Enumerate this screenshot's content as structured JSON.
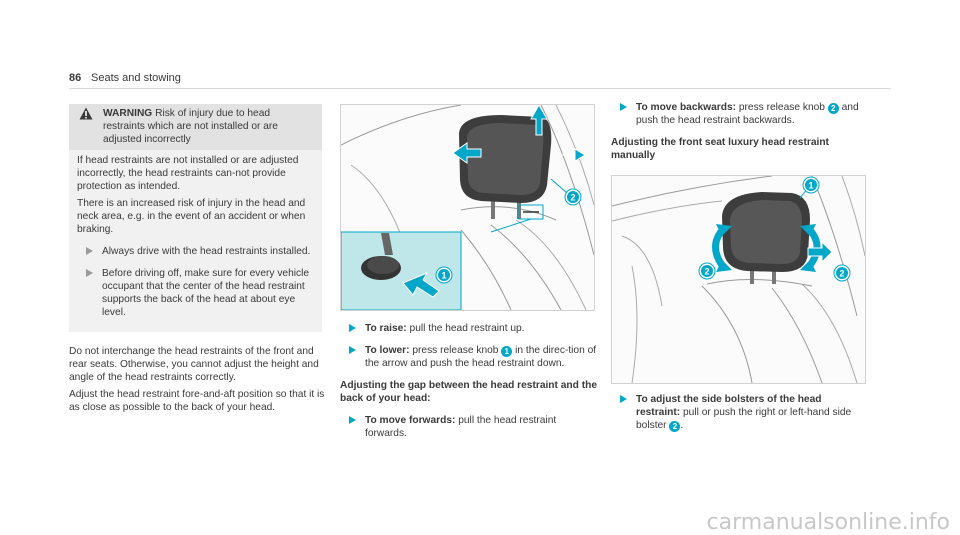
{
  "header": {
    "page_number": "86",
    "section": "Seats and stowing"
  },
  "warning": {
    "label": "WARNING",
    "title": "Risk of injury due to head restraints which are not installed or are adjusted incorrectly",
    "p1": "If head restraints are not installed or are adjusted incorrectly, the head restraints can-not provide protection as intended.",
    "p2": "There is an increased risk of injury in the head and neck area, e.g. in the event of an accident or when braking.",
    "bullet1": "Always drive with the head restraints installed.",
    "bullet2": "Before driving off, make sure for every vehicle occupant that the center of the head restraint supports the back of the head at about eye level."
  },
  "col1": {
    "p1": "Do not interchange the head restraints of the front and rear seats. Otherwise, you cannot adjust the height and angle of the head restraints correctly.",
    "p2": "Adjust the head restraint fore-and-aft position so that it is as close as possible to the back of your head."
  },
  "figure1": {
    "callout1": "1",
    "callout2": "2"
  },
  "col2": {
    "raise_label": "To raise:",
    "raise_text": " pull the head restraint up.",
    "lower_label": "To lower:",
    "lower_text_a": " press release knob ",
    "lower_knob": "1",
    "lower_text_b": " in the direc-tion of the arrow and push the head restraint down.",
    "gap_heading": "Adjusting the gap between the head restraint and the back of your head:",
    "forward_label": "To move forwards:",
    "forward_text": " pull the head restraint forwards."
  },
  "col3": {
    "back_label": "To move backwards:",
    "back_text_a": " press release knob ",
    "back_knob": "2",
    "back_text_b": " and push the head restraint backwards.",
    "luxury_heading": "Adjusting the front seat luxury head restraint manually",
    "bolster_label": "To adjust the side bolsters of the head restraint:",
    "bolster_text_a": " pull or push the right or left-hand side bolster ",
    "bolster_num": "2",
    "bolster_text_b": "."
  },
  "figure2": {
    "callout1": "1",
    "callout2a": "2",
    "callout2b": "2"
  },
  "watermark": "carmanualsonline.info",
  "colors": {
    "accent": "#00a7c8",
    "highlight": "#bfe7ea",
    "text": "#3a3a3a"
  }
}
